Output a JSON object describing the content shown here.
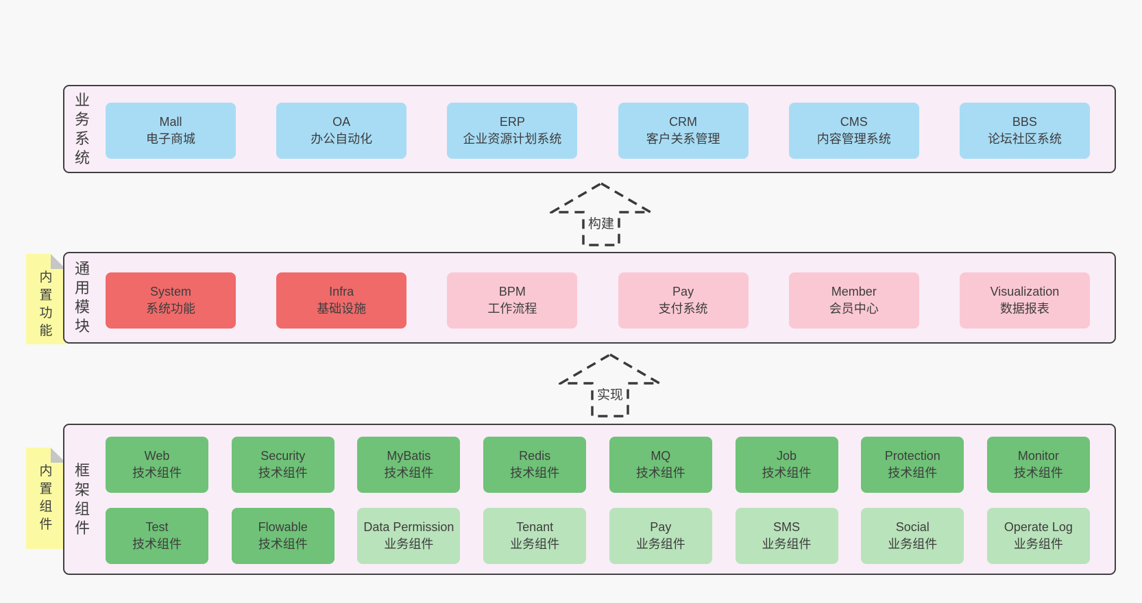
{
  "diagram": {
    "arrows": [
      {
        "label": "构建"
      },
      {
        "label": "实现"
      }
    ],
    "layers": {
      "business": {
        "side_label": "业务系统",
        "boxes": [
          {
            "name": "Mall",
            "desc": "电子商城",
            "variant": "blue"
          },
          {
            "name": "OA",
            "desc": "办公自动化",
            "variant": "blue"
          },
          {
            "name": "ERP",
            "desc": "企业资源计划系统",
            "variant": "blue"
          },
          {
            "name": "CRM",
            "desc": "客户关系管理",
            "variant": "blue"
          },
          {
            "name": "CMS",
            "desc": "内容管理系统",
            "variant": "blue"
          },
          {
            "name": "BBS",
            "desc": "论坛社区系统",
            "variant": "blue"
          }
        ]
      },
      "modules": {
        "side_label": "通用模块",
        "sticky_label": "内置功能",
        "boxes": [
          {
            "name": "System",
            "desc": "系统功能",
            "variant": "red"
          },
          {
            "name": "Infra",
            "desc": "基础设施",
            "variant": "red"
          },
          {
            "name": "BPM",
            "desc": "工作流程",
            "variant": "pink"
          },
          {
            "name": "Pay",
            "desc": "支付系统",
            "variant": "pink"
          },
          {
            "name": "Member",
            "desc": "会员中心",
            "variant": "pink"
          },
          {
            "name": "Visualization",
            "desc": "数据报表",
            "variant": "pink"
          }
        ]
      },
      "framework": {
        "side_label": "框架组件",
        "sticky_label": "内置组件",
        "rows": [
          [
            {
              "name": "Web",
              "desc": "技术组件",
              "variant": "green"
            },
            {
              "name": "Security",
              "desc": "技术组件",
              "variant": "green"
            },
            {
              "name": "MyBatis",
              "desc": "技术组件",
              "variant": "green"
            },
            {
              "name": "Redis",
              "desc": "技术组件",
              "variant": "green"
            },
            {
              "name": "MQ",
              "desc": "技术组件",
              "variant": "green"
            },
            {
              "name": "Job",
              "desc": "技术组件",
              "variant": "green"
            },
            {
              "name": "Protection",
              "desc": "技术组件",
              "variant": "green"
            },
            {
              "name": "Monitor",
              "desc": "技术组件",
              "variant": "green"
            }
          ],
          [
            {
              "name": "Test",
              "desc": "技术组件",
              "variant": "green"
            },
            {
              "name": "Flowable",
              "desc": "技术组件",
              "variant": "green"
            },
            {
              "name": "Data Permission",
              "desc": "业务组件",
              "variant": "green-light"
            },
            {
              "name": "Tenant",
              "desc": "业务组件",
              "variant": "green-light"
            },
            {
              "name": "Pay",
              "desc": "业务组件",
              "variant": "green-light"
            },
            {
              "name": "SMS",
              "desc": "业务组件",
              "variant": "green-light"
            },
            {
              "name": "Social",
              "desc": "业务组件",
              "variant": "green-light"
            },
            {
              "name": "Operate Log",
              "desc": "业务组件",
              "variant": "green-light"
            }
          ]
        ]
      }
    },
    "colors": {
      "page_bg": "#f8f8f8",
      "layer_bg": "#f9edf7",
      "layer_border": "#404040",
      "blue_box": "#a8dcf5",
      "red_box": "#f06a6a",
      "pink_box": "#fac8d3",
      "green_box": "#6fc277",
      "green_light_box": "#b9e3bb",
      "sticky_yellow": "#fbfaa2",
      "fold_gray": "#c6c6c6",
      "text": "#3d3d3d",
      "arrow_stroke": "#3a3a3a"
    }
  }
}
